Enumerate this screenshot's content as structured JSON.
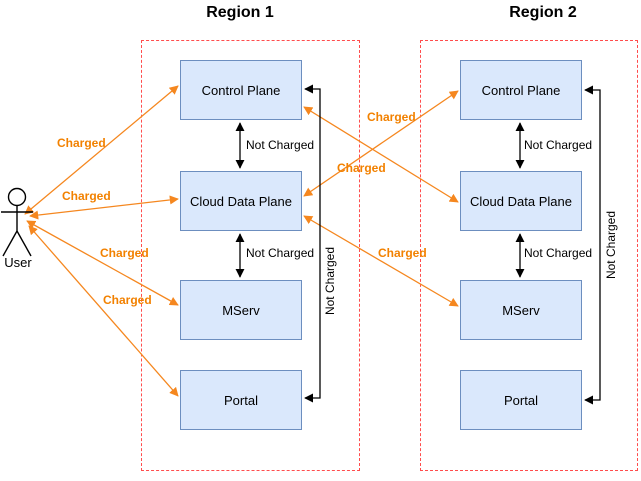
{
  "diagram": {
    "actor": {
      "label": "User"
    },
    "regions": [
      {
        "title": "Region 1",
        "nodes": [
          {
            "label": "Control Plane"
          },
          {
            "label": "Cloud Data Plane"
          },
          {
            "label": "MServ"
          },
          {
            "label": "Portal"
          }
        ]
      },
      {
        "title": "Region 2",
        "nodes": [
          {
            "label": "Control Plane"
          },
          {
            "label": "Cloud Data Plane"
          },
          {
            "label": "MServ"
          },
          {
            "label": "Portal"
          }
        ]
      }
    ],
    "edge_labels": {
      "charged": "Charged",
      "not_charged": "Not Charged"
    },
    "edges": [
      {
        "from": "User",
        "to": "Region 1 / Control Plane",
        "label": "Charged",
        "bidirectional": true,
        "color": "orange"
      },
      {
        "from": "User",
        "to": "Region 1 / Cloud Data Plane",
        "label": "Charged",
        "bidirectional": true,
        "color": "orange"
      },
      {
        "from": "User",
        "to": "Region 1 / MServ",
        "label": "Charged",
        "bidirectional": true,
        "color": "orange"
      },
      {
        "from": "User",
        "to": "Region 1 / Portal",
        "label": "Charged",
        "bidirectional": true,
        "color": "orange"
      },
      {
        "from": "Region 1 / Control Plane",
        "to": "Region 1 / Cloud Data Plane",
        "label": "Not Charged",
        "bidirectional": true,
        "color": "black"
      },
      {
        "from": "Region 1 / Cloud Data Plane",
        "to": "Region 1 / MServ",
        "label": "Not Charged",
        "bidirectional": true,
        "color": "black"
      },
      {
        "from": "Region 1 / Control Plane",
        "to": "Region 1 / Portal",
        "label": "Not Charged",
        "bidirectional": true,
        "color": "black"
      },
      {
        "from": "Region 1 / Cloud Data Plane",
        "to": "Region 2 / Control Plane",
        "label": "Charged",
        "bidirectional": true,
        "color": "orange"
      },
      {
        "from": "Region 1 / Control Plane",
        "to": "Region 2 / Cloud Data Plane",
        "label": "Charged",
        "bidirectional": true,
        "color": "orange"
      },
      {
        "from": "Region 1 / Cloud Data Plane",
        "to": "Region 2 / MServ",
        "label": "Charged",
        "bidirectional": true,
        "color": "orange"
      },
      {
        "from": "Region 2 / Control Plane",
        "to": "Region 2 / Cloud Data Plane",
        "label": "Not Charged",
        "bidirectional": true,
        "color": "black"
      },
      {
        "from": "Region 2 / Cloud Data Plane",
        "to": "Region 2 / MServ",
        "label": "Not Charged",
        "bidirectional": true,
        "color": "black"
      },
      {
        "from": "Region 2 / Control Plane",
        "to": "Region 2 / Portal",
        "label": "Not Charged",
        "bidirectional": true,
        "color": "black"
      }
    ],
    "colors": {
      "node_fill": "#dae8fc",
      "node_border": "#6c8ebf",
      "charged_orange": "#f28100",
      "not_charged_black": "#000000",
      "region_dashed_red": "#ff4d4d"
    }
  }
}
